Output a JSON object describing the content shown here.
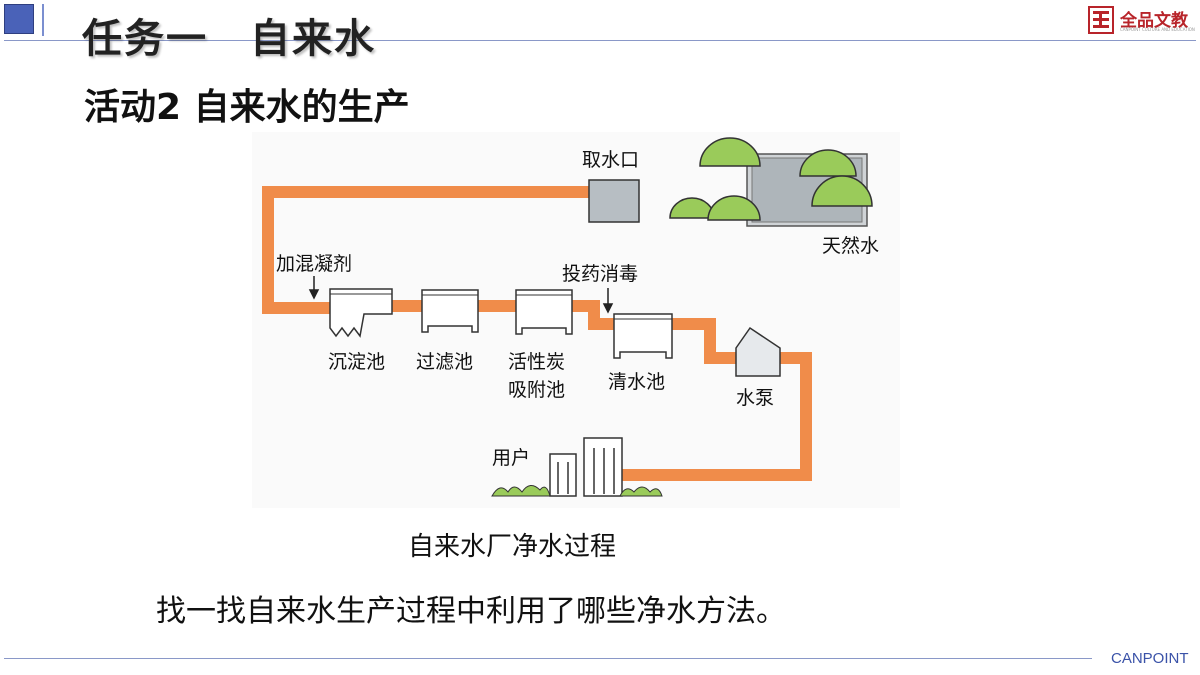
{
  "header": {
    "title": "任务一　自来水",
    "subtitle": "活动2  自来水的生产",
    "logo_text": "全品文教",
    "logo_small": "CANPOINT CULTURE AND EDUCATION"
  },
  "diagram": {
    "labels": {
      "intake": "取水口",
      "natural_water": "天然水",
      "coagulant": "加混凝剂",
      "sedimentation": "沉淀池",
      "filter": "过滤池",
      "carbon_line1": "活性炭",
      "carbon_line2": "吸附池",
      "disinfect": "投药消毒",
      "clear_water": "清水池",
      "pump": "水泵",
      "user": "用户"
    },
    "pipe_color": "#f08c4a",
    "tree_color": "#9acb5a"
  },
  "caption": "自来水厂净水过程",
  "question": "找一找自来水生产过程中利用了哪些净水方法。",
  "footer": {
    "brand": "CANPOINT"
  }
}
